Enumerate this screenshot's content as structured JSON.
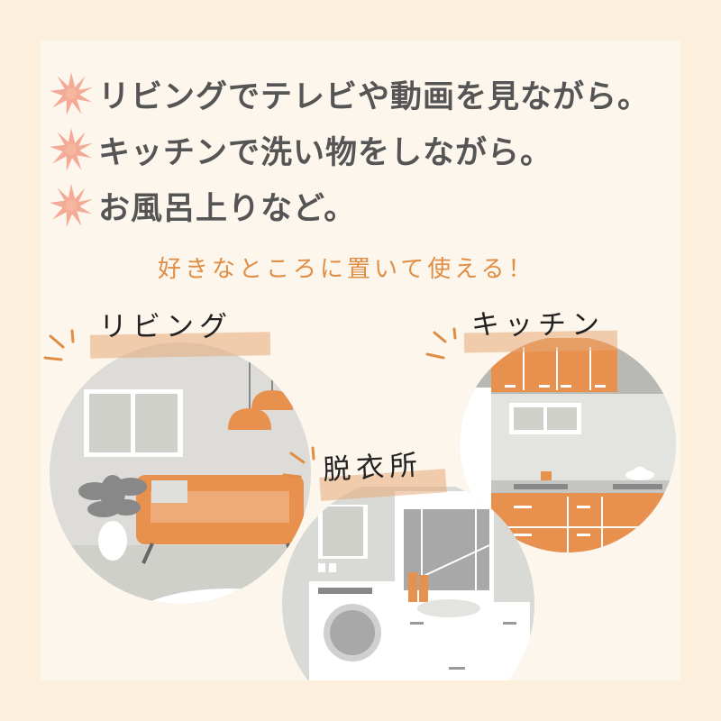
{
  "bullets": [
    {
      "icon": "flower-icon",
      "text": "リビングでテレビや動画を見ながら。"
    },
    {
      "icon": "flower-icon",
      "text": "キッチンで洗い物をしながら。"
    },
    {
      "icon": "flower-icon",
      "text": "お風呂上りなど。"
    }
  ],
  "subtitle": "好きなところに置いて使える！",
  "scenes": {
    "living": {
      "label": "リビング"
    },
    "kitchen": {
      "label": "キッチン"
    },
    "dressing": {
      "label": "脱衣所"
    }
  },
  "colors": {
    "outer_bg": "#fcefdb",
    "card_bg": "#fdf6ec",
    "text": "#555555",
    "accent_orange": "#e8914f",
    "subtitle_orange": "#e08d45",
    "gray_circle": "#dddcd8",
    "flower_pink": "#f2a28e"
  }
}
